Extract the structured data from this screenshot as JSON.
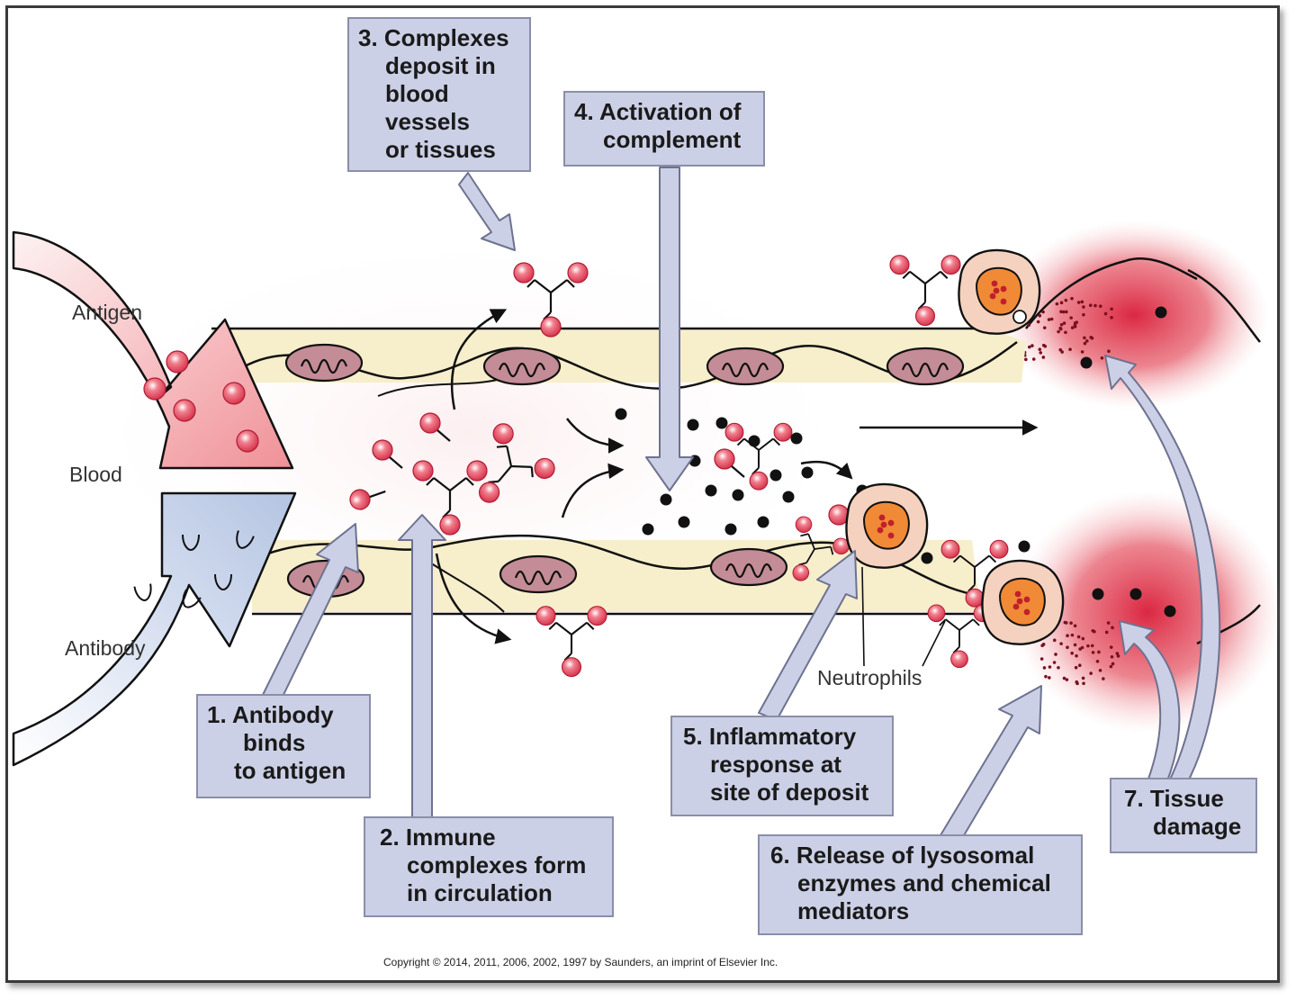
{
  "labels": {
    "antigen": "Antigen",
    "blood": "Blood",
    "antibody": "Antibody",
    "neutrophils": "Neutrophils"
  },
  "steps": [
    {
      "lines": [
        "1. Antibody",
        "binds",
        "to antigen"
      ]
    },
    {
      "lines": [
        "2. Immune",
        "complexes form",
        "in circulation"
      ]
    },
    {
      "lines": [
        "3. Complexes",
        "deposit in",
        "blood",
        "vessels",
        "or tissues"
      ]
    },
    {
      "lines": [
        "4. Activation of",
        "complement"
      ]
    },
    {
      "lines": [
        "5. Inflammatory",
        "response at",
        "site of deposit"
      ]
    },
    {
      "lines": [
        "6. Release of lysosomal",
        "enzymes and chemical",
        "mediators"
      ]
    },
    {
      "lines": [
        "7. Tissue",
        "damage"
      ]
    }
  ],
  "copyright": "Copyright © 2014, 2011, 2006, 2002, 1997 by Saunders, an imprint of Elsevier Inc.",
  "colors": {
    "step_box_fill": "#ccd0e6",
    "vessel_wall": "#f7eecb",
    "antigen_particle": "#e0485c",
    "tissue_damage": "#d9203a",
    "cell_body": "#f5d2bf",
    "nucleus": "#f08a36",
    "complement": "#111111"
  }
}
